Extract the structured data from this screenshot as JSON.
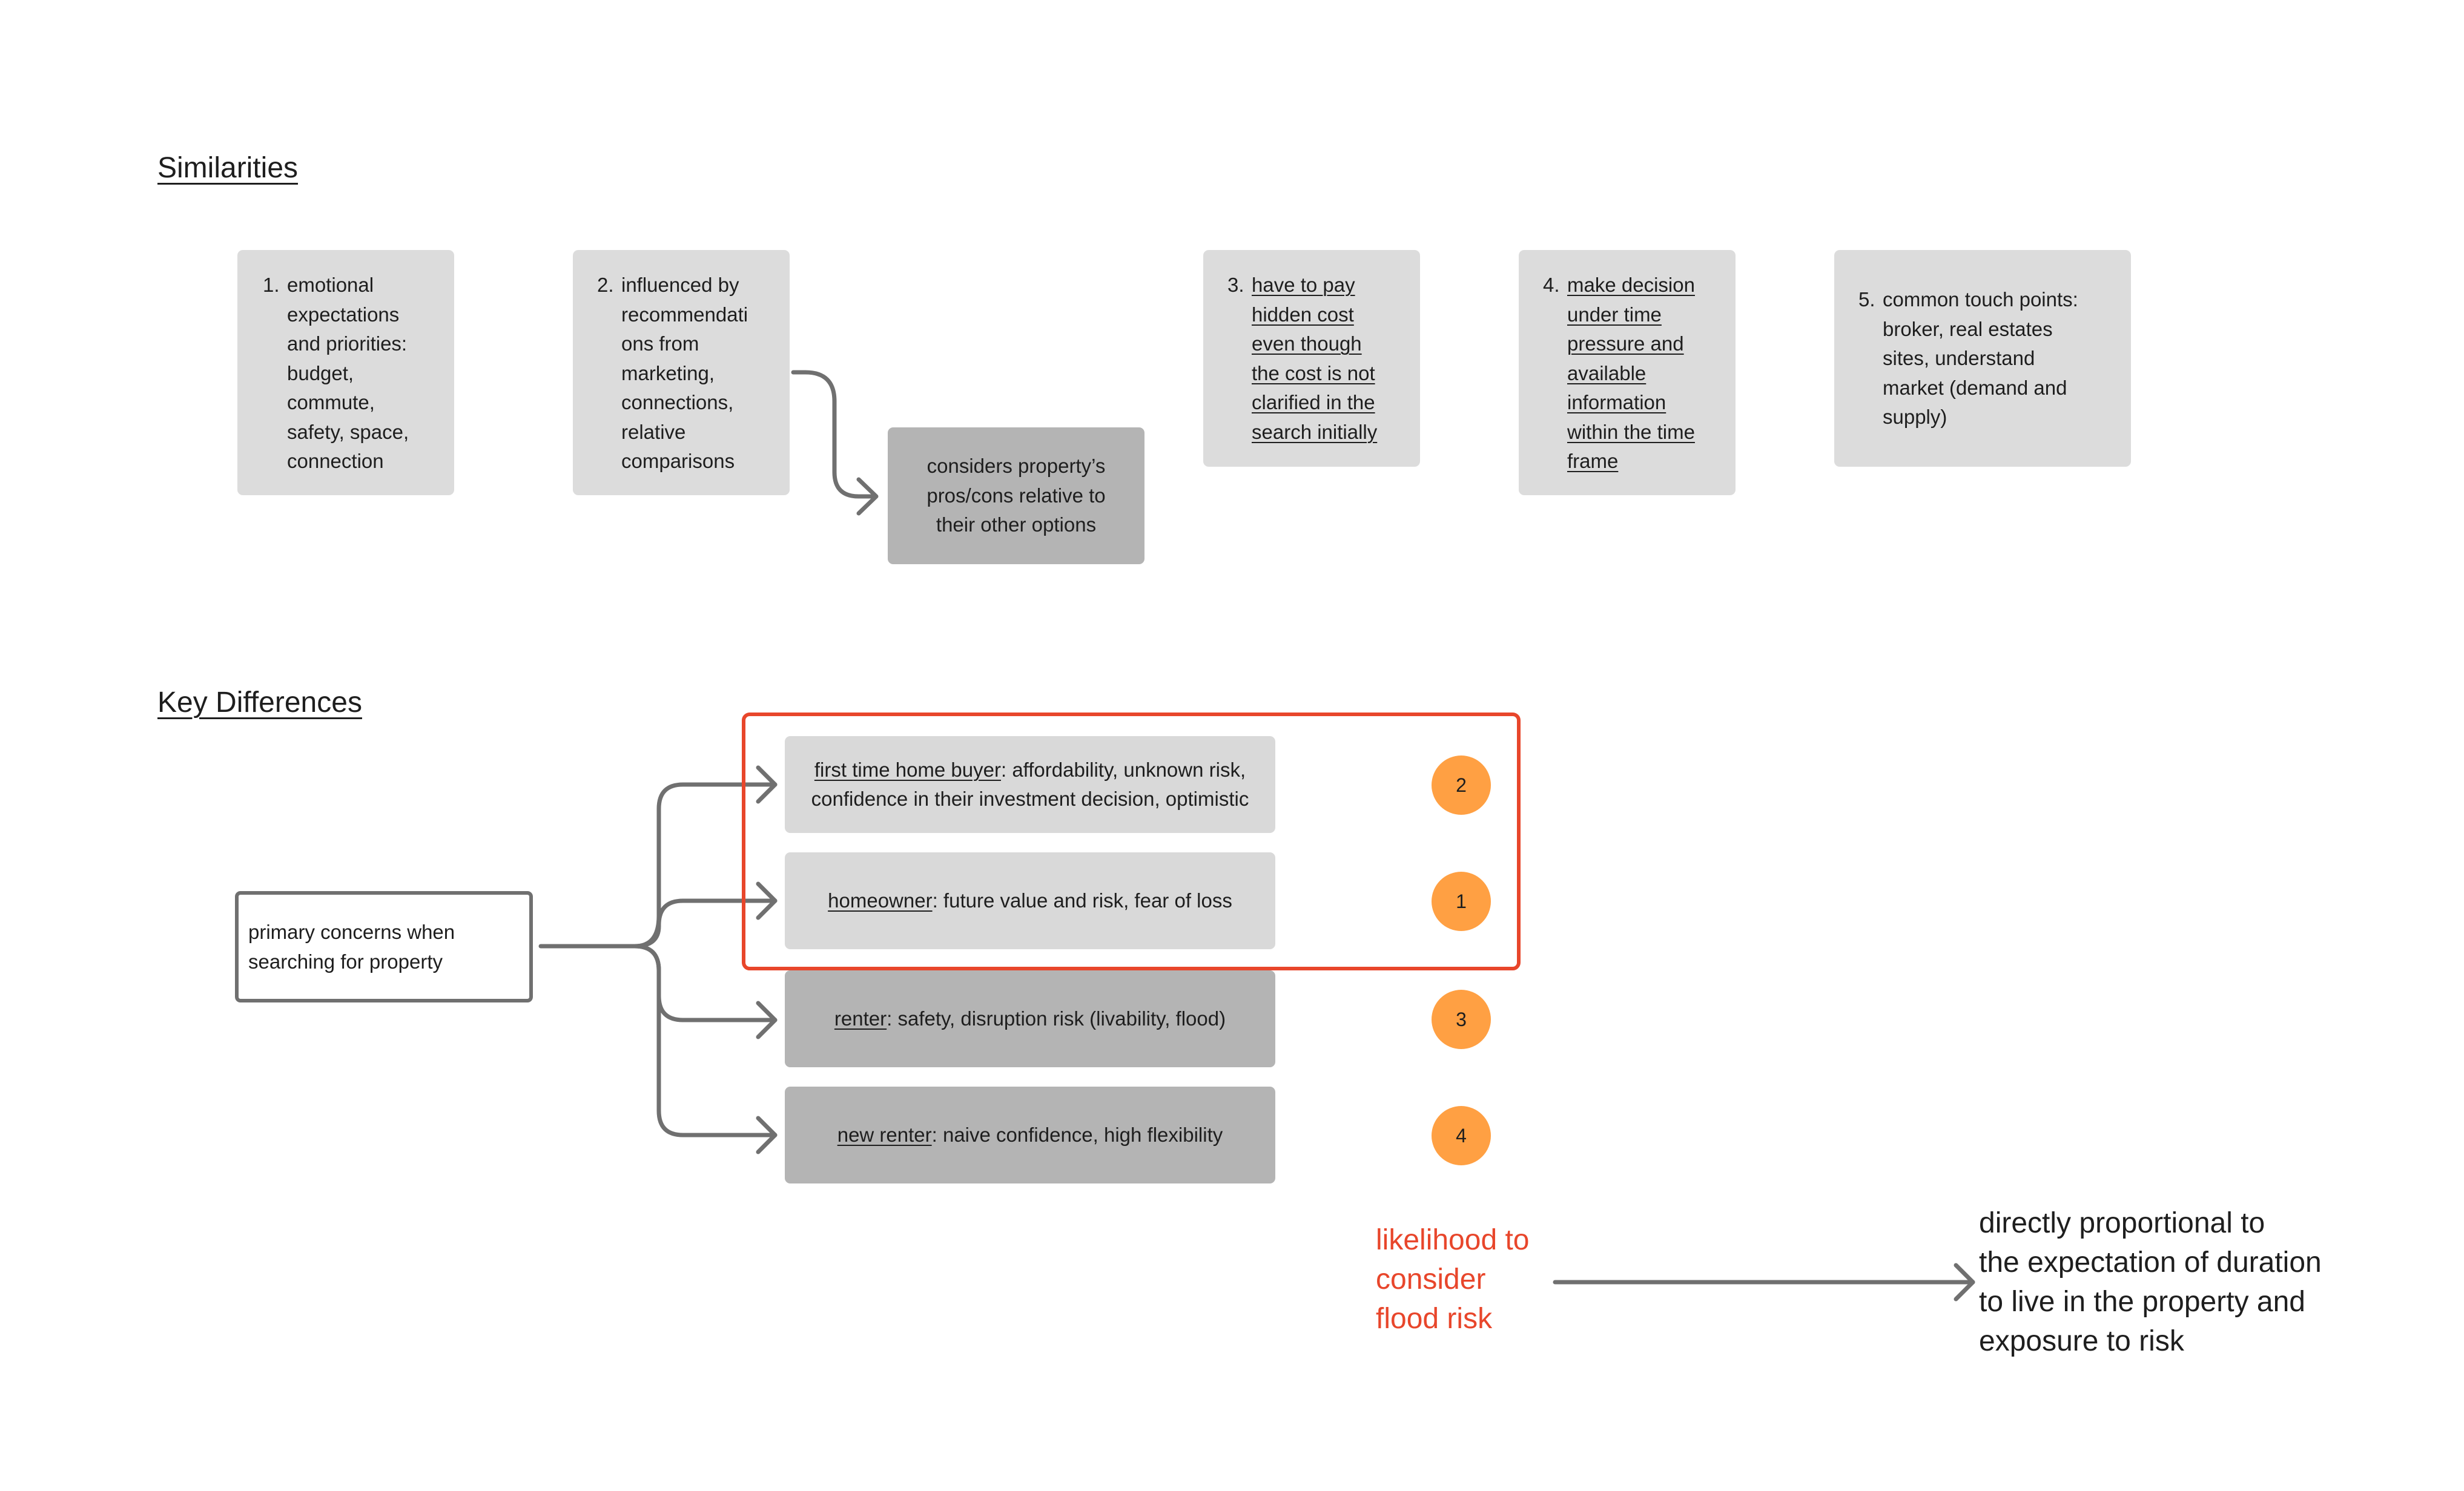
{
  "similarities": {
    "heading": "Similarities",
    "items": [
      {
        "num": "1.",
        "lines": [
          "emotional",
          "expectations",
          "and priorities:",
          "budget,",
          "commute,",
          "safety, space,",
          "connection"
        ]
      },
      {
        "num": "2.",
        "lines": [
          "influenced by",
          "recommendati",
          "ons from",
          "marketing,",
          "connections,",
          "relative",
          "comparisons"
        ]
      },
      {
        "num": "3.",
        "lines": [
          "have to pay",
          "hidden cost",
          "even though",
          "the cost is not",
          "clarified in the",
          "search initially"
        ]
      },
      {
        "num": "4.",
        "lines": [
          "make decision",
          "under time",
          "pressure and",
          "available",
          "information",
          "within the time",
          "frame"
        ]
      },
      {
        "num": "5.",
        "lines": [
          "common touch points:",
          "broker, real estates",
          "sites, understand",
          "market (demand and",
          "supply)"
        ]
      }
    ],
    "outcome_lines": [
      "considers property’s",
      "pros/cons relative to",
      "their other options"
    ]
  },
  "differences": {
    "heading": "Key Differences",
    "source": [
      "primary concerns when",
      "searching for property"
    ],
    "items": [
      {
        "label": "first time home buyer",
        "rest_line1": ": affordability, unknown risk,",
        "rest_line2": "confidence in their investment decision, optimistic",
        "rank": "2"
      },
      {
        "label": "homeowner",
        "rest": ": future value and risk, fear of loss",
        "rank": "1"
      },
      {
        "label": "renter",
        "rest": ": safety, disruption risk (livability, flood)",
        "rank": "3"
      },
      {
        "label": "new renter",
        "rest": ": naive confidence, high flexibility",
        "rank": "4"
      }
    ]
  },
  "conclusion": {
    "left": [
      "likelihood to",
      "consider",
      "flood risk"
    ],
    "right": [
      "directly proportional to",
      "the expectation of duration",
      "to live in the property and",
      "exposure to risk"
    ]
  },
  "colors": {
    "accent_red": "#e8462b",
    "rank_orange": "#ffa043",
    "sticky_light": "#dcdcdc",
    "sticky_dark": "#b4b4b4",
    "connector": "#707070"
  }
}
